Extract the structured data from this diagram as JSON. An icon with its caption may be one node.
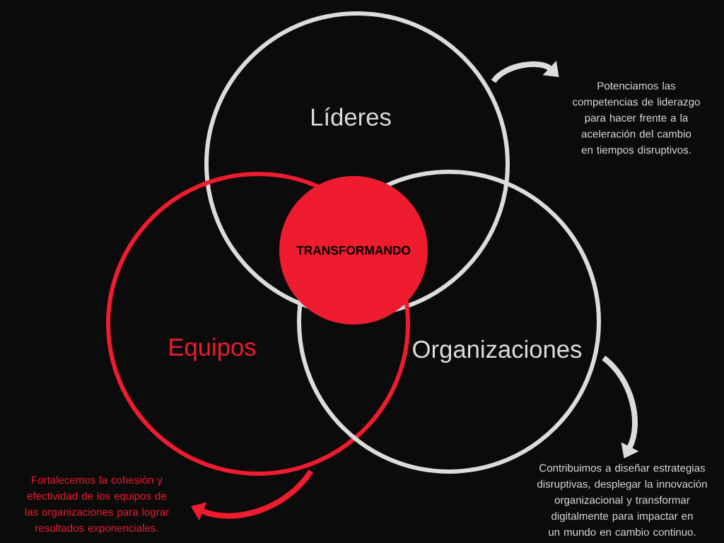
{
  "diagram": {
    "nodes": [
      {
        "text": [
          "Líderes"
        ]
      },
      {
        "text": [
          "Equipos"
        ]
      },
      {
        "text": [
          "Organizaciones"
        ]
      },
      {
        "text": [
          "TRANSFORMANDO"
        ]
      },
      {
        "text": [
          "Potenciamos las competencias de liderazgo para hacer frente a la aceleración del cambio en tiempos disruptivos."
        ]
      },
      {
        "text": [
          "Contribuimos a diseñar estrategias disruptivas, desplegar la innovación organizacional y transformar digitalmente para impactar en un mundo en cambio continuo."
        ]
      },
      {
        "text": [
          "Fortalecemos la cohesión y efectividad de los equipos de las organizaciones para lograr resultados exponenciales."
        ]
      }
    ],
    "edges": [
      {
        "from": 0,
        "to": 4,
        "arrow": "to"
      },
      {
        "from": 2,
        "to": 5,
        "arrow": "to"
      },
      {
        "from": 1,
        "to": 6,
        "arrow": "to",
        "color": "#ee1c2e"
      }
    ]
  }
}
